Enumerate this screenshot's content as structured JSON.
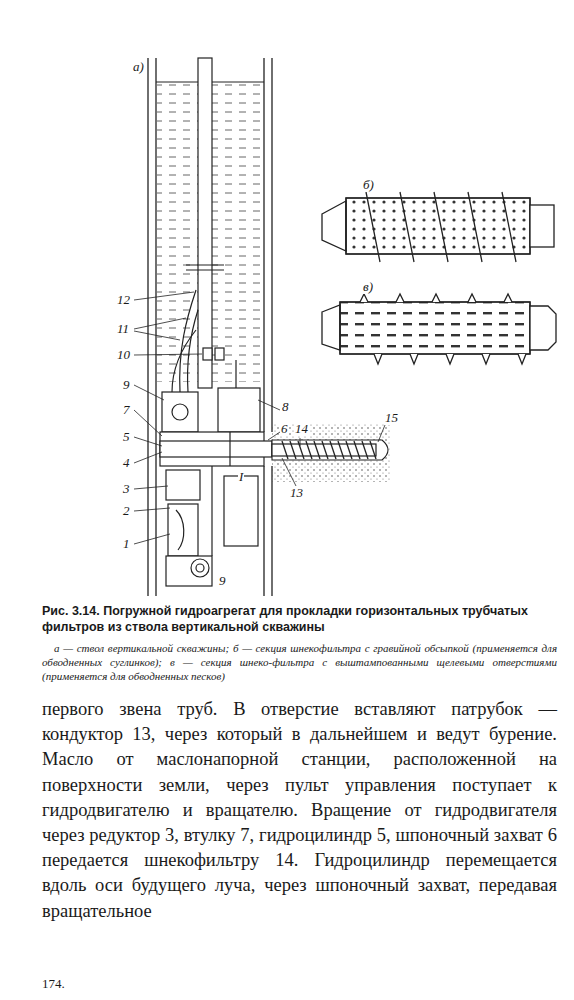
{
  "diagram": {
    "caption": "Рис. 3.14. Погружной гидроагрегат для прокладки горизонтальных трубчатых фильтров из ствола вертикальной скважины",
    "labels": [
      "а)",
      "б)",
      "в)",
      "12",
      "11",
      "10",
      "9",
      "7",
      "5",
      "4",
      "3",
      "2",
      "1",
      "9",
      "8",
      "6",
      "14",
      "13",
      "15",
      "I",
      "а — ствол вертикальной скважины; б — секция шнекофильтра с гравийной обсыпкой (применяется для обводненных суглинков); в — секция шнеко-фильтра с выштампованными щелевыми отверстиями (применяется для обводненных песков)",
      "первого звена труб. В отверстие вставляют патрубок — кондуктор 13, через который в дальнейшем и ведут бурение. Масло от маслонапорной станции, расположенной на поверхности земли, через пульт управления поступает к гидродвигателю и вращателю. Вращение от гидродвигателя через редуктор 3, втулку 7, гидроцилиндр 5, шпоночный захват 6 передается шнекофильтру 14. Гидроцилиндр перемещается вдоль оси будущего луча, через шпоночный захват, передавая вращательное",
      "174."
    ]
  }
}
